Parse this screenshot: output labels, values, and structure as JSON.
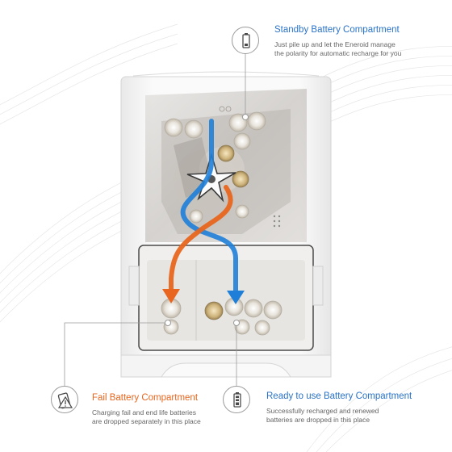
{
  "colors": {
    "standby": "#2a73c8",
    "fail": "#e8661f",
    "ready": "#2a73c8",
    "arrow_blue": "#1f7fd8",
    "arrow_orange": "#e8661f"
  },
  "standby": {
    "title": "Standby Battery Compartment",
    "line1": "Just pile up and let the Eneroid manage",
    "line2": "the polarity for automatic recharge for you",
    "icon": "battery-icon"
  },
  "fail": {
    "title": "Fail Battery Compartment",
    "line1": "Charging fail and end life batteries",
    "line2": "are dropped separately in this place",
    "icon": "battery-warning-icon"
  },
  "ready": {
    "title": "Ready to use Battery Compartment",
    "line1": "Successfully recharged and renewed",
    "line2": "batteries are dropped in this place",
    "icon": "battery-full-icon"
  }
}
